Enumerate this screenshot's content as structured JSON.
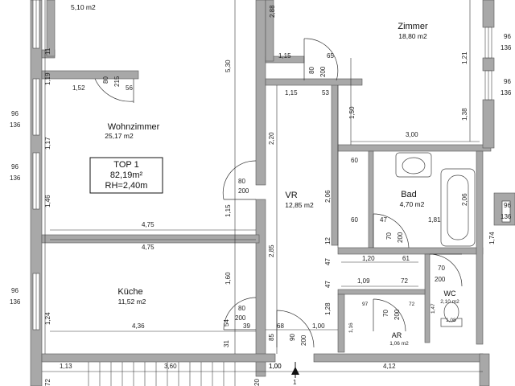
{
  "colors": {
    "wall": "#a8a8a8",
    "wall_dark": "#9a9a9a",
    "line": "#222222",
    "background": "#ffffff"
  },
  "rooms": {
    "top_left": {
      "area": "5,10 m2"
    },
    "zimmer": {
      "name": "Zimmer",
      "area": "18,80 m2"
    },
    "wohnzimmer": {
      "name": "Wohnzimmer",
      "area": "25,17 m2"
    },
    "vr": {
      "name": "VR",
      "area": "12,85 m2"
    },
    "bad": {
      "name": "Bad",
      "area": "4,70 m2"
    },
    "kueche": {
      "name": "Küche",
      "area": "11,52 m2"
    },
    "wc": {
      "name": "WC",
      "area": "2,10 m2"
    },
    "ar": {
      "name": "AR",
      "area": "1,06 m2"
    }
  },
  "unit_box": {
    "line1": "TOP 1",
    "line2": "82,19m²",
    "line3": "RH=2,40m"
  },
  "section_marker": "1",
  "dimensions": {
    "d_2_88": "2,88",
    "d_1_15a": "1,15",
    "d_65": "65",
    "d_80a": "80",
    "d_200a": "200",
    "d_1_15b": "1,15",
    "d_53": "53",
    "d_1_50": "1,50",
    "d_1_21": "1,21",
    "d_1_38": "1,38",
    "d_3_00": "3,00",
    "d_96a": "96",
    "d_136a": "136",
    "d_96b": "96",
    "d_136b": "136",
    "d_60a": "60",
    "d_60b": "60",
    "d_2_06a": "2,06",
    "d_2_06b": "2,06",
    "d_1_81": "1,81",
    "d_47a": "47",
    "d_70a": "70",
    "d_200b": "200",
    "d_12": "12",
    "d_1_20": "1,20",
    "d_61": "61",
    "d_47b": "47",
    "d_70b": "70",
    "d_200c": "200",
    "d_1_09": "1,09",
    "d_72a": "72",
    "d_47c": "47",
    "d_97": "97",
    "d_72b": "72",
    "d_1_16": "1,16",
    "d_70c": "70",
    "d_200d": "200",
    "d_1_47": "1,47",
    "d_1_08": "1,08",
    "d_1_28": "1,28",
    "d_1_00a": "1,00",
    "d_2_20": "2,20",
    "d_2_85": "2,85",
    "d_80b": "80",
    "d_200e": "200",
    "d_1_15c": "1,15",
    "d_1_60": "1,60",
    "d_5_30": "5,30",
    "d_80c": "80",
    "d_215": "215",
    "d_56": "56",
    "d_1_52": "1,52",
    "d_1_19": "1,19",
    "d_11": "11",
    "d_1_17": "1,17",
    "d_1_46": "1,46",
    "d_4_75a": "4,75",
    "d_4_75b": "4,75",
    "d_96c": "96",
    "d_136c": "136",
    "d_96d": "96",
    "d_136d": "136",
    "d_96e": "96",
    "d_136e": "136",
    "d_1_24": "1,24",
    "d_4_36": "4,36",
    "d_54": "54",
    "d_31": "31",
    "d_80d": "80",
    "d_200f": "200",
    "d_39": "39",
    "d_68": "68",
    "d_85": "85",
    "d_90": "90",
    "d_200g": "200",
    "d_1_00b": "1,00",
    "d_1_13": "1,13",
    "d_3_60": "3,60",
    "d_1_00c": "1,00",
    "d_4_12": "4,12",
    "d_72c": "72",
    "d_20": "20",
    "d_1_74": "1,74",
    "d_96f": "96",
    "d_136f": "136"
  }
}
